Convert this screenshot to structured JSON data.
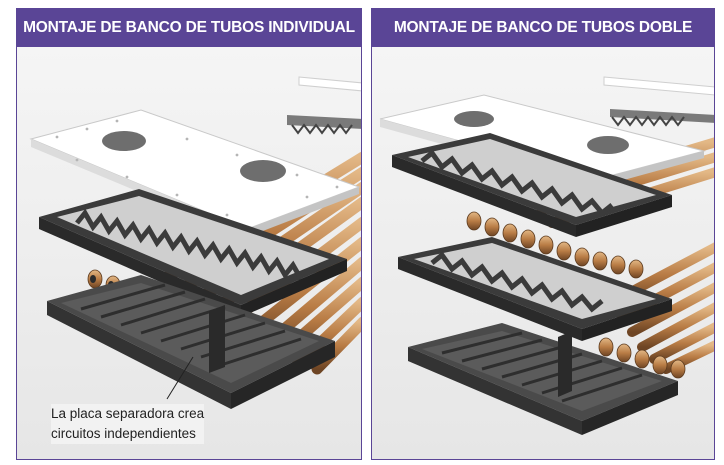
{
  "panels": [
    {
      "title": "MONTAJE DE BANCO DE TUBOS INDIVIDUAL",
      "caption_line1": "La placa separadora crea",
      "caption_line2": "circuitos independientes"
    },
    {
      "title": "MONTAJE DE BANCO DE TUBOS DOBLE"
    }
  ],
  "colors": {
    "header": "#5a4596",
    "background": "#f3f3f3",
    "frame": "#3a3a3a",
    "plate": "#ffffff",
    "conduit": "#c8935e"
  }
}
